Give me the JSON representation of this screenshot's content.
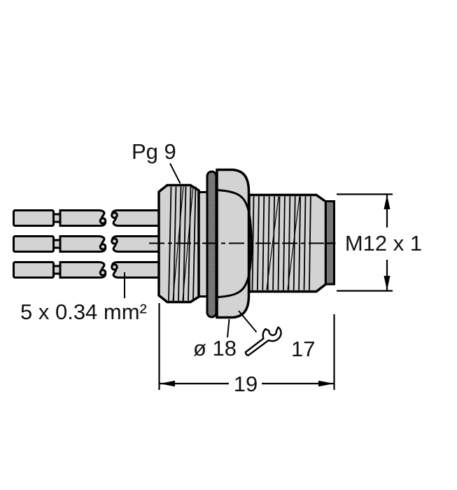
{
  "drawing": {
    "title": "M12 flange connector technical drawing",
    "labels": {
      "cable_gland_thread": "Pg 9",
      "connector_thread": "M12 x 1",
      "wire_cross_section": "5 x 0.34 mm²",
      "seal_diameter": "ø 18",
      "wrench_size": "17",
      "mounting_length": "19"
    },
    "icons": {
      "wrench": "open-end-spanner-outline"
    },
    "colors": {
      "body_fill": "#d3d3d3",
      "seal_fill": "#7d7d7d",
      "seal_dot": "#585858",
      "outline": "#000000",
      "background": "#ffffff",
      "text": "#121212"
    }
  }
}
